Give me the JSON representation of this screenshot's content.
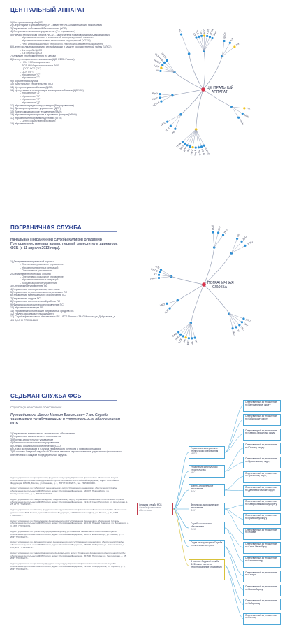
{
  "sections": {
    "central": {
      "title": "ЦЕНТРАЛЬНЫЙ АППАРАТ",
      "items": [
        {
          "text": "1) Контрольная служба (КС)",
          "sub": false
        },
        {
          "text": "2) Секретариат и управление (СУ) - заместитель Шишкин Михаил Николаевич",
          "sub": false
        },
        {
          "text": "3) Управление собственной безопасности (УСБ)",
          "sub": false
        },
        {
          "text": "4) Оперативно-поисковое управление (7-е управление)",
          "sub": false
        },
        {
          "text": "5) Научно-техническая служба (ФСБ) - заместитель Новиков Андрей Александрович",
          "sub": false
        },
        {
          "text": "- Управление защиты и технологий информационной системы",
          "sub": true
        },
        {
          "text": "- Управление оперативно-технических мероприятий (УОТМ)",
          "sub": true
        },
        {
          "text": "- НИИ информационных технологий, Научно-исследовательский центр",
          "sub": true
        },
        {
          "text": "6) Центр по лицензированию, сертификации и защите государственной тайны (ЦЛСЗ)",
          "sub": false
        },
        {
          "text": "- 1-я служба ЦЛСЗ",
          "sub": true
        },
        {
          "text": "- 2-я служба ЦЛСЗ",
          "sub": true
        },
        {
          "text": "7) Аппарат уполномоченного по делам",
          "sub": false
        },
        {
          "text": "8) Центр специального назначения (ЦСН ФСБ России)",
          "sub": false
        },
        {
          "text": "- НИИ ФСБ-специальных",
          "sub": true
        },
        {
          "text": "- ФСБ-НИИ криминалистики ФСБ",
          "sub": true
        },
        {
          "text": "- ЦСОП ФСБ (\"А\")",
          "sub": true
        },
        {
          "text": "- ЦСН (\"В\")",
          "sub": true
        },
        {
          "text": "- Управление \"С\"",
          "sub": true
        },
        {
          "text": "- Управление \"Т\"",
          "sub": true
        },
        {
          "text": "9) Пограничная служба",
          "sub": false
        },
        {
          "text": "10) Капитальное строительство (КС)",
          "sub": false
        },
        {
          "text": "11) Центр специальной связи (ЦСС)",
          "sub": false
        },
        {
          "text": "12) Центр защиты информации и специальной связи (ЦЗИСС)",
          "sub": false
        },
        {
          "text": "- Управление \"А\"",
          "sub": true
        },
        {
          "text": "- Управление \"Б\"",
          "sub": true
        },
        {
          "text": "- Управление \"С\"",
          "sub": true
        },
        {
          "text": "- Управление \"Д\"",
          "sub": true
        },
        {
          "text": "13) Управление радиоконтрразведки (9-е управление)",
          "sub": false
        },
        {
          "text": "14) Договорно-правовое управление (ДПУ)",
          "sub": false
        },
        {
          "text": "15) Военно-медицинское управление (ВМУ)",
          "sub": false
        },
        {
          "text": "16) Управление регистрации и архивных фондов (УРАФ)",
          "sub": false
        },
        {
          "text": "17) Управление программ подготовки (УПП)",
          "sub": false
        },
        {
          "text": "- Центр общественных связей",
          "sub": true
        },
        {
          "text": "18) Управление «М»",
          "sub": false
        }
      ]
    },
    "border": {
      "title": "ПОГРАНИЧНАЯ СЛУЖБА",
      "lead": "Начальник Пограничной службы Куликов Владимир Григорьевич, генерал армии, первый заместитель директора ФСБ (с 11 апреля 2013 года).",
      "items": [
        {
          "text": "1) Департамент пограничной охраны",
          "sub": false
        },
        {
          "text": "- Оперативно-розыскное управление",
          "sub": true
        },
        {
          "text": "- Управление военных операций",
          "sub": true
        },
        {
          "text": "- Оперативное управление",
          "sub": true
        },
        {
          "text": "2) Департамент береговой охраны",
          "sub": false
        },
        {
          "text": "- Оперативно-розыскное управление",
          "sub": true
        },
        {
          "text": "- Управление военных операций",
          "sub": true
        },
        {
          "text": "- Координационное управление",
          "sub": true
        },
        {
          "text": "3) Оперативное управление ПС",
          "sub": false
        },
        {
          "text": "4) Управление по пограничному контролю",
          "sub": false
        },
        {
          "text": "5) Управление строительства и пограничных ПС",
          "sub": false
        },
        {
          "text": "6) Управление материального обеспечения ПС",
          "sub": false
        },
        {
          "text": "7) Управление кадров ПС",
          "sub": false
        },
        {
          "text": "8) Управление воспитательной работы ПС",
          "sub": false
        },
        {
          "text": "9) Финансово-экономическое управление ПС",
          "sub": false
        },
        {
          "text": "10) Управление авиации ПС",
          "sub": false
        },
        {
          "text": "11) Управление организации пограничных средств ПС",
          "sub": false
        },
        {
          "text": "12) Научно-исследовательский центр",
          "sub": false
        },
        {
          "text": "13) Служба финансового обеспечения ПС - ФСБ России / 3440 Москва, ул. Добрынина, д. 4/5 А, ИНН 7705064680",
          "sub": false
        }
      ]
    },
    "seventh": {
      "title": "СЕДЬМАЯ СЛУЖБА ФСБ",
      "subtitle": "Служба финансового обеспечения",
      "lead": "Руководитель Шекин Михаил Васильевич 7-ая. Служба занимается хозяйственным и строительным обеспечением ФСБ.",
      "items": [
        {
          "text": "1) Управление материально-технического обеспечения",
          "sub": false
        },
        {
          "text": "2) Управление капитального строительства",
          "sub": false
        },
        {
          "text": "3) Военно-строительное управление",
          "sub": false
        },
        {
          "text": "4) Финансово-экономическое управление",
          "sub": false
        },
        {
          "text": "5) Служба социального обеспечения (ССО)",
          "sub": false
        },
        {
          "text": "6) Отдел эксплуатации и Служба технического контроля и правового надзора",
          "sub": false
        },
        {
          "text": "7) В составе Седьмой службы ФСБ также имеются территориальные управления финансового обеспечения в каждом из федеральных округов.",
          "sub": false
        }
      ],
      "paragraphs": [
        "Адрес: управление по Центральному федеральному округу Управления финансового обеспечения Службы обеспечения деятельности Федеральной службы безопасности Российской Федерации, адрес: Российская Федерация, 105064, Москва, ул. Казакова, д. 1, ИНН 7702392071, тел. 74950000000.",
        "Адрес: управление по Сибирскому федеральному округу Управления финансового обеспечения Службы обеспечения деятельности ФСБ России, адрес: Российская Федерация, 630007, Новосибирск, ул. Коммунистическая, д. 4, ИНН 7702392071.",
        "Адрес: управление по Северо-Западному федеральному округу Управления финансового обеспечения Службы обеспечения деятельности ФСБ России, адрес: Российская Федерация, 191123, Санкт-Петербург, ул. Шпалерная, д. 25, ИНН 7702392071.",
        "Адрес: управление по Южному федеральному округу Управления финансового обеспечения Службы обеспечения деятельности ФСБ России, адрес: Российская Федерация, 344006, Ростов-на-Дону, ул. Ленина, д. 27, ИНН 7702392071.",
        "Адрес: управление по Приволжскому федеральному округу Управления финансового обеспечения Службы обеспечения деятельности ФСБ России, адрес: Российская Федерация, 603155, Нижний Новгород, ул. Воровского, д. 3, ИНН 7702392071.",
        "Адрес: управление по Уральскому федеральному округу Управления финансового обеспечения Службы обеспечения деятельности ФСБ России, адрес: Российская Федерация, 620075, Екатеринбург, ул. Ленина, д. 17, ИНН 7702392071.",
        "Адрес: управление по Дальневосточному федеральному округу Управления финансового обеспечения Службы обеспечения деятельности ФСБ России, адрес: Российская Федерация, 680000, Хабаровск, ул. Волочаевская, д. 138, ИНН 7702392071.",
        "Адрес: управление по Северо-Кавказскому федеральному округу Управления финансового обеспечения Службы обеспечения деятельности ФСБ России, адрес: Российская Федерация, 357500, Пятигорск, ул. Теплосерная, д. 95, ИНН 7702392071.",
        "Адрес: управление по Крымскому федеральному округу Управления финансового обеспечения Службы обеспечения деятельности ФСБ России, адрес: Российская Федерация, 295000, Симферополь, ул. Горького, д. 5, ИНН 7702392071."
      ]
    }
  },
  "diagrams": {
    "central": {
      "center_label_1": "ЦЕНТРАЛЬНЫЙ",
      "center_label_2": "АППАРАТ",
      "node_labels": [
        "КС",
        "СУ",
        "УСБ",
        "7-е",
        "НТС",
        "УЗИ",
        "УОТМ",
        "НИИ",
        "ЦЛСЗ",
        "1-я",
        "2-я",
        "АУ",
        "ЦСН",
        "НИИ-С",
        "ФСБ-НИИ",
        "ЦСОП",
        "ЦСН В",
        "Упр С",
        "Упр Т",
        "ПС",
        "КС-2",
        "ЦСС",
        "ЦЗИСС",
        "Упр А",
        "Упр Б",
        "Упр В",
        "Упр Д",
        "9-е",
        "ДПУ",
        "ВМУ",
        "УРАФ",
        "УПП",
        "ЦОС",
        "Упр М"
      ]
    },
    "border": {
      "center_label_1": "ПОГРАНИЧНАЯ",
      "center_label_2": "СЛУЖБА",
      "node_labels": [
        "ДПО",
        "ОРУ",
        "УВО",
        "ОУ",
        "ДБО",
        "ОРУ-2",
        "УВО-2",
        "КУ",
        "ОУ ПС",
        "УПК",
        "УСП",
        "УМО",
        "УК",
        "УВР",
        "ФЭУ",
        "УА",
        "УОПС",
        "НИЦ",
        "СФО"
      ]
    },
    "seventh": {
      "root_title": "Седьмая служба ФСБ",
      "root_sub": "Служба финансового обеспечения",
      "branches": [
        {
          "title": "Управление материально-технического обеспечения",
          "sub": "УМТО"
        },
        {
          "title": "Управление капитального строительства",
          "sub": "УКС"
        },
        {
          "title": "Военно-строительное управление",
          "sub": "ВСУ"
        },
        {
          "title": "Финансово-экономическое управление",
          "sub": "ФЭУ"
        },
        {
          "title": "Служба социального обеспечения",
          "sub": "ССО"
        },
        {
          "title": "Отдел эксплуатации и Служба технического контроля",
          "sub": ""
        },
        {
          "title": "В составе Седьмой службы ФСБ также имеются территориальные управления",
          "sub": ""
        }
      ],
      "leaves": [
        "Ответственный за управление по Центральному округу",
        "Ответственный за управление по Сибирскому округу",
        "Ответственный за управление по Северо-Западному округу",
        "Ответственный за управление по Южному округу",
        "Ответственный за управление по Приволжскому округу",
        "Ответственный за управление по Уральскому округу",
        "Ответственный за управление по Дальневосточному округу",
        "Ответственный за управление по Северо-Кавказскому округу",
        "Ответственный за управление по Крымскому округу",
        "Ответственный за управление по Москве",
        "Ответственный за управление по Санкт-Петербургу",
        "Ответственный за управление по Калининграду",
        "Ответственный за управление по Самаре",
        "Ответственный за управление по Новосибирску",
        "Ответственный за управление по Хабаровску",
        "Ответственный за управление по Ростову"
      ]
    }
  },
  "colors": {
    "title": "#283f8f",
    "node_blue": "#2b8fd6",
    "node_yellow": "#f2c31a",
    "node_red": "#d8324a",
    "line": "#9aa3b8",
    "box_blue": "#4ea8d8",
    "box_red": "#c23b4c",
    "box_yellow": "#d8c23a"
  }
}
